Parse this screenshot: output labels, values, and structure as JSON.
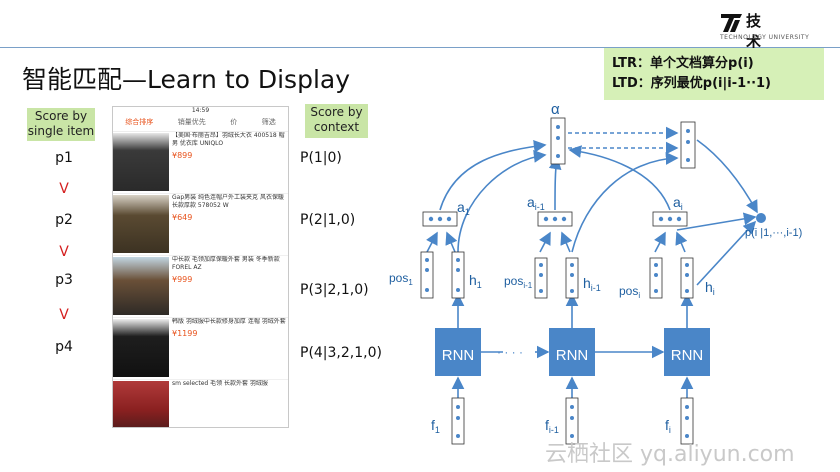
{
  "header": {
    "title": "智能匹配—Learn to Display",
    "logo_text": "技术大学",
    "logo_sub": "TECHNOLOGY UNIVERSITY"
  },
  "callout": {
    "ltr": "LTR：单个文档算分p(i)",
    "ltd": "LTD：序列最优p(i|i-1··1)"
  },
  "left": {
    "single_label": "Score by single item",
    "items": [
      "p1",
      "p2",
      "p3",
      "p4"
    ],
    "sep": "V"
  },
  "mid": {
    "context_label": "Score by context",
    "conds": [
      "P(1|0)",
      "P(2|1,0)",
      "P(3|2,1,0)",
      "P(4|3,2,1,0)"
    ]
  },
  "phone": {
    "status": "14:59",
    "tabs": [
      "综合排序",
      "销量优先",
      "价",
      "筛选"
    ],
    "products": [
      {
        "text": "【美国·布丽吉昂】羽绒长大衣 400518 帽 男 优衣库 UNIQLO",
        "price": "¥899"
      },
      {
        "text": "Gap男装 纯色连帽户外工装夹克 风衣保暖 长款厚款 578052 W",
        "price": "¥649"
      },
      {
        "text": "中长款 毛领加厚保暖外套 男装 冬季新款 FOREL AZ",
        "price": "¥999"
      },
      {
        "text": "韩版 羽绒服中长款修身加厚 连帽 羽绒外套",
        "price": "¥1199"
      },
      {
        "text": "sm selected 毛领 长款外套 羽绒服",
        "price": ""
      }
    ]
  },
  "diagram": {
    "rnn": "RNN",
    "alpha": "α",
    "a1": "a",
    "a1_sub": "1",
    "ai1": "a",
    "ai1_sub": "i-1",
    "ai": "a",
    "ai_sub": "i",
    "pos": "pos",
    "pos1_sub": "1",
    "posi1_sub": "i-1",
    "posi_sub": "i",
    "h": "h",
    "h1_sub": "1",
    "hi1_sub": "i-1",
    "hi_sub": "i",
    "f": "f",
    "f1_sub": "1",
    "fi1_sub": "i-1",
    "fi_sub": "i",
    "output": "p(i |1,···,i-1)",
    "dots": "· · · ·"
  },
  "watermark": "云栖社区 yq.aliyun.com",
  "colors": {
    "accent": "#4a86c8",
    "green": "#c9e5a6",
    "ltr_bg": "#d6f0b7"
  }
}
